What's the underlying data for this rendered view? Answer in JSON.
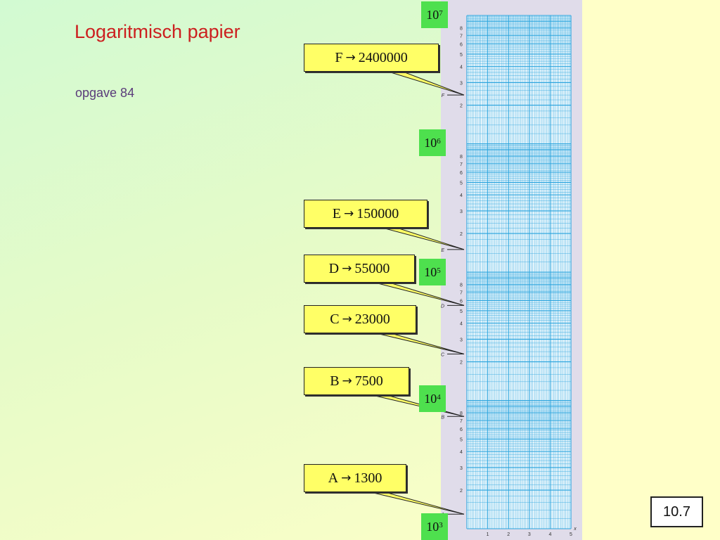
{
  "slide": {
    "title": "Logaritmisch papier",
    "subtitle": "opgave 84",
    "page_number": "10.7"
  },
  "powers": [
    {
      "base": "10",
      "exp": "7"
    },
    {
      "base": "10",
      "exp": "6"
    },
    {
      "base": "10",
      "exp": "5"
    },
    {
      "base": "10",
      "exp": "4"
    },
    {
      "base": "10",
      "exp": "3"
    }
  ],
  "points": [
    {
      "letter": "F",
      "arrow": "→",
      "value": "2400000"
    },
    {
      "letter": "E",
      "arrow": "→",
      "value": "150000"
    },
    {
      "letter": "D",
      "arrow": "→",
      "value": "55000"
    },
    {
      "letter": "C",
      "arrow": "→",
      "value": "23000"
    },
    {
      "letter": "B",
      "arrow": "→",
      "value": "7500"
    },
    {
      "letter": "A",
      "arrow": "→",
      "value": "1300"
    }
  ],
  "axis": {
    "x_label": "x",
    "x_ticks": [
      "1",
      "2",
      "3",
      "4",
      "5"
    ],
    "decade_ticks": [
      "2",
      "3",
      "4",
      "5",
      "6",
      "7",
      "8"
    ]
  },
  "colors": {
    "grid": "#29a3dd",
    "power_box": "#4ee04e",
    "label_box": "#ffff66",
    "title": "#cc1f1f"
  }
}
